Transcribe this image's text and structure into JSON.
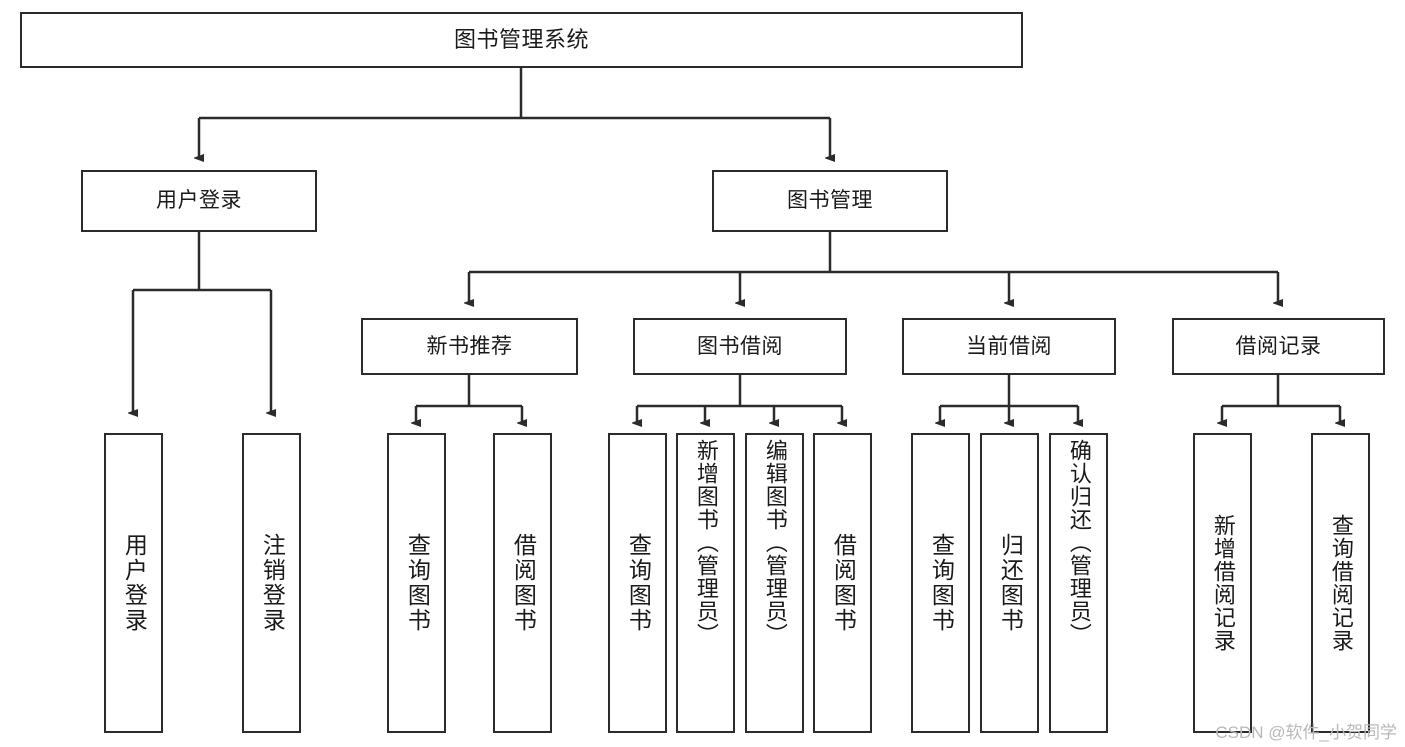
{
  "diagram": {
    "type": "tree-hierarchy-chart",
    "title": "图书管理系统",
    "watermark": "CSDN @软件_小贺同学",
    "colors": {
      "box_border": "#2b2b2b",
      "box_fill": "#ffffff",
      "edge": "#2b2b2b",
      "text": "#1a1a1a",
      "watermark": "#b9b9b9",
      "background": "#ffffff"
    },
    "levels": {
      "root": {
        "label": "图书管理系统"
      },
      "level2": [
        {
          "label": "用户登录"
        },
        {
          "label": "图书管理"
        }
      ],
      "level3": [
        {
          "label": "新书推荐"
        },
        {
          "label": "图书借阅"
        },
        {
          "label": "当前借阅"
        },
        {
          "label": "借阅记录"
        }
      ],
      "leaves": [
        {
          "label": "用户登录",
          "parent": "用户登录"
        },
        {
          "label": "注销登录",
          "parent": "用户登录"
        },
        {
          "label": "查询图书",
          "parent": "新书推荐"
        },
        {
          "label": "借阅图书",
          "parent": "新书推荐"
        },
        {
          "label": "查询图书",
          "parent": "图书借阅"
        },
        {
          "label": "新增图书（管理员）",
          "parent": "图书借阅"
        },
        {
          "label": "编辑图书（管理员）",
          "parent": "图书借阅"
        },
        {
          "label": "借阅图书",
          "parent": "图书借阅"
        },
        {
          "label": "查询图书",
          "parent": "当前借阅"
        },
        {
          "label": "归还图书",
          "parent": "当前借阅"
        },
        {
          "label": "确认归还（管理员）",
          "parent": "当前借阅"
        },
        {
          "label": "新增借阅记录",
          "parent": "借阅记录"
        },
        {
          "label": "查询借阅记录",
          "parent": "借阅记录"
        }
      ]
    }
  }
}
